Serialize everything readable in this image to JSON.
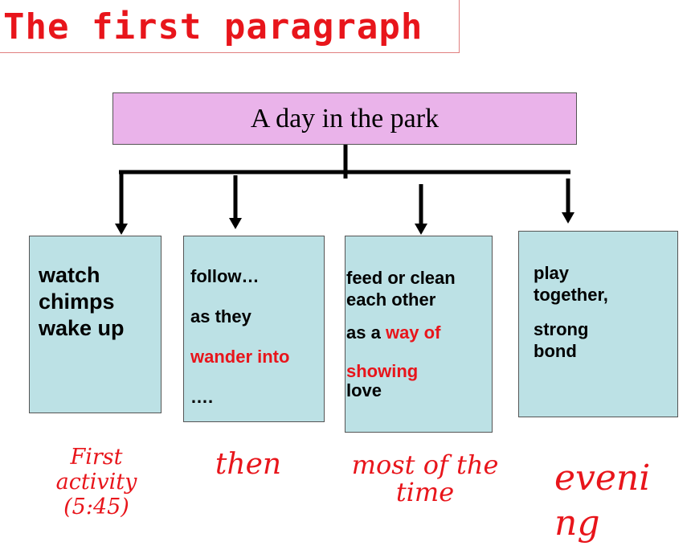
{
  "title": "The first paragraph",
  "root": {
    "label": "A day in the park"
  },
  "nodes": [
    {
      "lines": [
        "watch",
        "chimps",
        "wake up"
      ]
    },
    {
      "lines": [
        "follow…",
        "as they",
        "wander into",
        "…."
      ]
    },
    {
      "lines": [
        "feed or clean each other",
        "as a",
        "way of",
        "showing",
        "love"
      ]
    },
    {
      "lines": [
        "play together,",
        "strong bond"
      ]
    }
  ],
  "labels": [
    {
      "lines": [
        "First",
        "activity",
        "(5:45)"
      ]
    },
    {
      "lines": [
        "then"
      ]
    },
    {
      "lines": [
        "most of the",
        "time"
      ]
    },
    {
      "lines": [
        "eveni",
        "ng"
      ]
    }
  ],
  "colors": {
    "title": "#e8151b",
    "root_fill": "#eab3ea",
    "node_fill": "#bce1e5",
    "highlight": "#e8151b",
    "connector": "#000000"
  }
}
